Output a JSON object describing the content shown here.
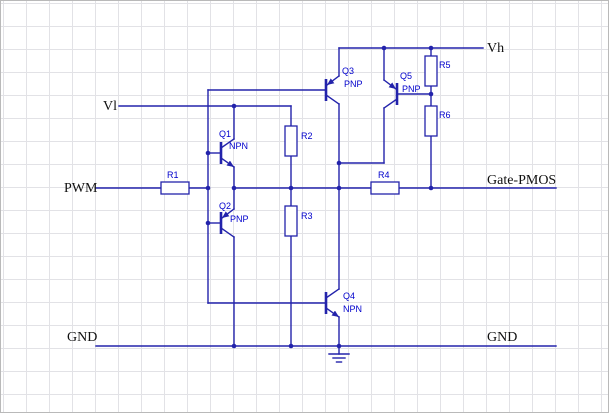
{
  "schematic": {
    "description": "PWM driven PMOS gate driver transistor circuit",
    "ports": {
      "vh": "Vh",
      "vl": "Vl",
      "pwm": "PWM",
      "gnd_left": "GND",
      "gnd_right": "GND",
      "gate_pmos": "Gate-PMOS"
    },
    "transistors": {
      "q1": {
        "ref": "Q1",
        "type": "NPN"
      },
      "q2": {
        "ref": "Q2",
        "type": "PNP"
      },
      "q3": {
        "ref": "Q3",
        "type": "PNP"
      },
      "q4": {
        "ref": "Q4",
        "type": "NPN"
      },
      "q5": {
        "ref": "Q5",
        "type": "PNP"
      }
    },
    "resistors": {
      "r1": "R1",
      "r2": "R2",
      "r3": "R3",
      "r4": "R4",
      "r5": "R5",
      "r6": "R6"
    },
    "colors": {
      "wire": "#2323ab",
      "component_label": "#0000cc",
      "port_text": "#111111",
      "grid": "#e2e2e6",
      "background": "#ffffff"
    }
  }
}
